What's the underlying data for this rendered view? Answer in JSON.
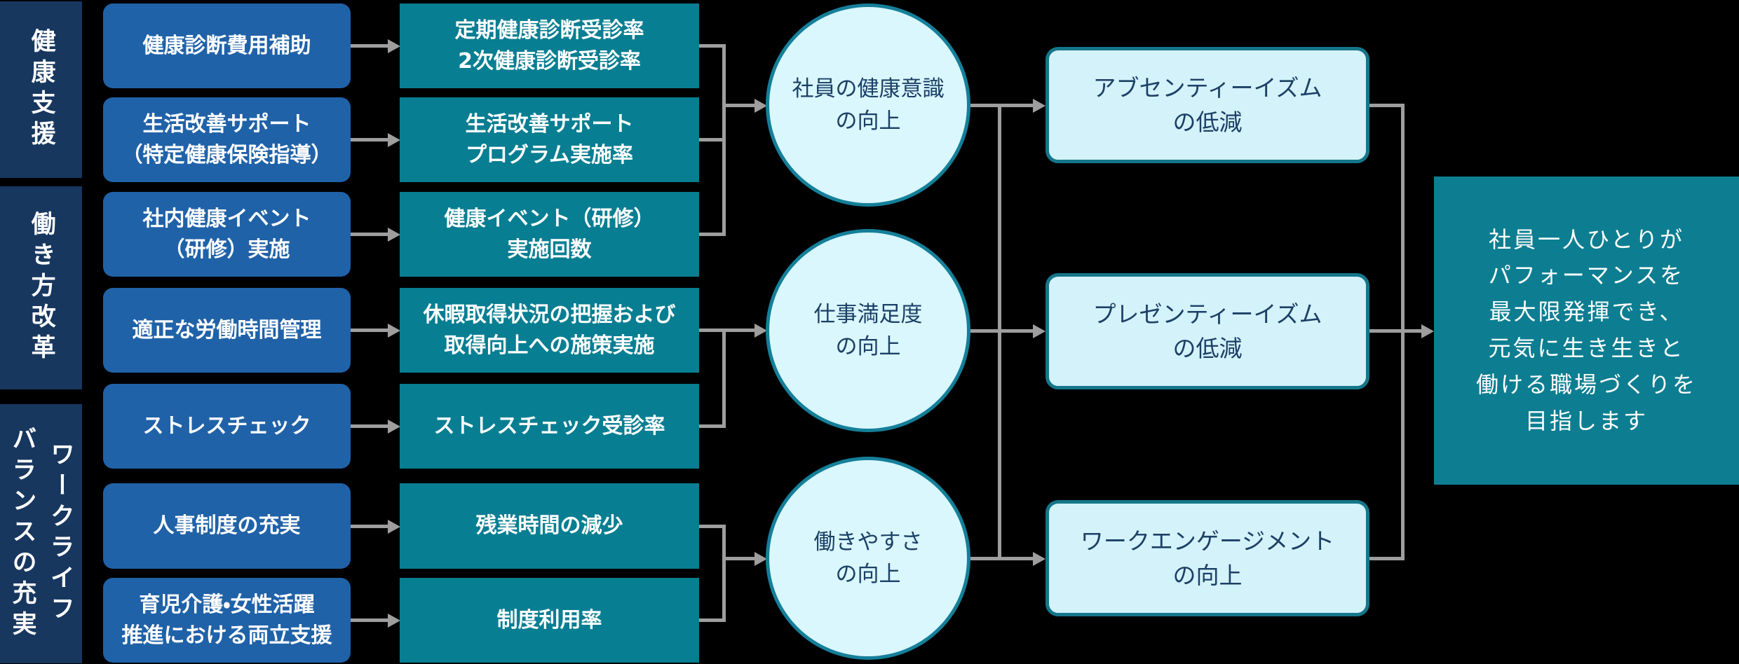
{
  "diagram": {
    "type": "flow-strategy-map",
    "background_color": "#000000",
    "connector_color": "#9e9e9e"
  },
  "categories": [
    {
      "label": "健康支援"
    },
    {
      "label": "働き方改革"
    },
    {
      "label": "ワークライフ\nバランスの充実"
    }
  ],
  "measures": [
    {
      "label": "健康診断費用補助"
    },
    {
      "label": "生活改善サポート\n（特定健康保険指導）"
    },
    {
      "label": "社内健康イベント\n（研修）実施"
    },
    {
      "label": "適正な労働時間管理"
    },
    {
      "label": "ストレスチェック"
    },
    {
      "label": "人事制度の充実"
    },
    {
      "label": "育児介護・女性活躍\n推進における両立支援"
    }
  ],
  "kpis": [
    {
      "label": "定期健康診断受診率\n2次健康診断受診率"
    },
    {
      "label": "生活改善サポート\nプログラム実施率"
    },
    {
      "label": "健康イベント（研修）\n実施回数"
    },
    {
      "label": "休暇取得状況の把握および\n取得向上への施策実施"
    },
    {
      "label": "ストレスチェック受診率"
    },
    {
      "label": "残業時間の減少"
    },
    {
      "label": "制度利用率"
    }
  ],
  "outcomes": [
    {
      "label": "社員の健康意識\nの向上"
    },
    {
      "label": "仕事満足度\nの向上"
    },
    {
      "label": "働きやすさ\nの向上"
    }
  ],
  "impacts": [
    {
      "label": "アブセンティーイズム\nの低減"
    },
    {
      "label": "プレゼンティーイズム\nの低減"
    },
    {
      "label": "ワークエンゲージメント\nの向上"
    }
  ],
  "goal": {
    "text": "社員一人ひとりが\nパフォーマンスを\n最大限発揮でき、\n元気に生き生きと\n働ける職場づくりを\n目指します"
  },
  "colors": {
    "category_bg": "#17375f",
    "measure_bg": "#2062a8",
    "kpi_bg": "#087e92",
    "outcome_fill": "#d9f7fd",
    "outcome_border": "#157f99",
    "impact_fill": "#d4f2fa",
    "impact_border": "#15768a",
    "goal_bg": "#0d7e91",
    "text_on_light": "#1c4066",
    "text_on_dark": "#ffffff"
  }
}
